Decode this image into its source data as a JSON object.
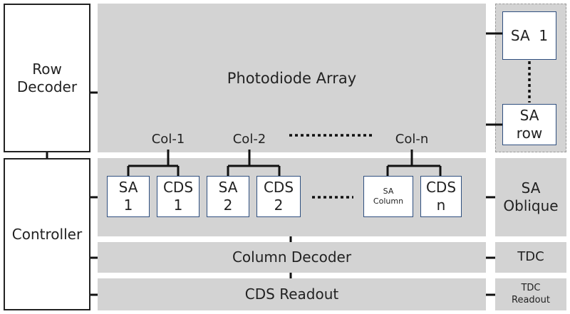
{
  "blocks": {
    "row_decoder": "Row Decoder",
    "controller": "Controller",
    "photodiode_array": "Photodiode Array",
    "column_decoder": "Column Decoder",
    "cds_readout": "CDS Readout",
    "sa_1_right": "SA  1",
    "sa_row": "SA row",
    "sa_oblique": "SA Oblique",
    "tdc": "TDC",
    "tdc_readout": "TDC Readout"
  },
  "columns": {
    "col1": "Col-1",
    "col2": "Col-2",
    "coln": "Col-n"
  },
  "cells": {
    "sa1": "SA 1",
    "cds1": "CDS 1",
    "sa2": "SA 2",
    "cds2": "CDS 2",
    "sa_column": "SA Column",
    "cdsn": "CDS n"
  }
}
